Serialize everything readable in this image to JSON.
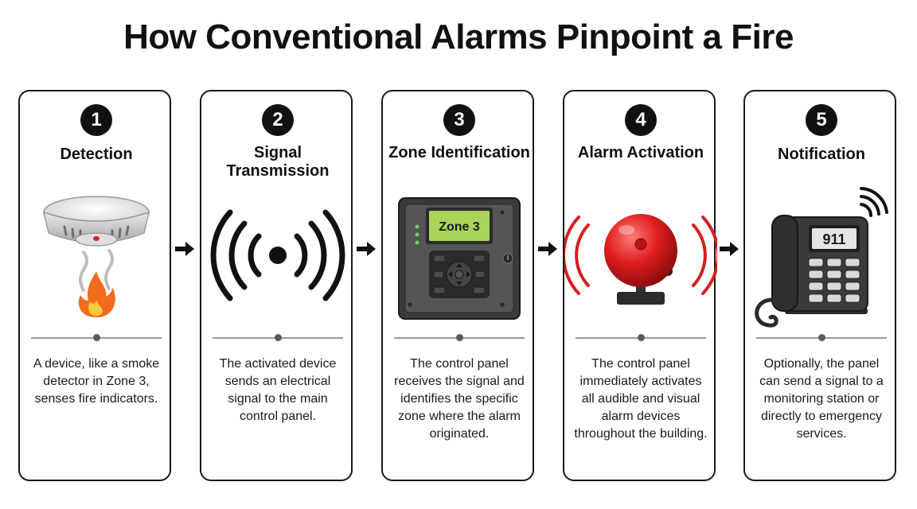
{
  "title": "How Conventional Alarms Pinpoint a Fire",
  "steps": [
    {
      "number": "1",
      "title": "Detection",
      "description": "A device, like a smoke detector in Zone 3, senses fire indicators.",
      "icon": "smoke-detector-icon"
    },
    {
      "number": "2",
      "title": "Signal Transmission",
      "description": "The activated device sends an electrical signal to the main control panel.",
      "icon": "signal-waves-icon"
    },
    {
      "number": "3",
      "title": "Zone Identification",
      "description": "The control panel receives the signal and identifies the specific zone where the alarm originated.",
      "icon": "control-panel-icon",
      "screen_text": "Zone 3"
    },
    {
      "number": "4",
      "title": "Alarm Activation",
      "description": "The control panel immediately activates all audible and visual alarm devices throughout the building.",
      "icon": "alarm-bell-icon"
    },
    {
      "number": "5",
      "title": "Notification",
      "description": "Optionally, the panel can send a signal to a monitoring station or directly to emergency services.",
      "icon": "telephone-icon",
      "screen_text": "911"
    }
  ],
  "colors": {
    "accent_red": "#d42020",
    "flame_orange": "#f26a1b",
    "panel_screen": "#a9d45a",
    "dark": "#111111"
  }
}
